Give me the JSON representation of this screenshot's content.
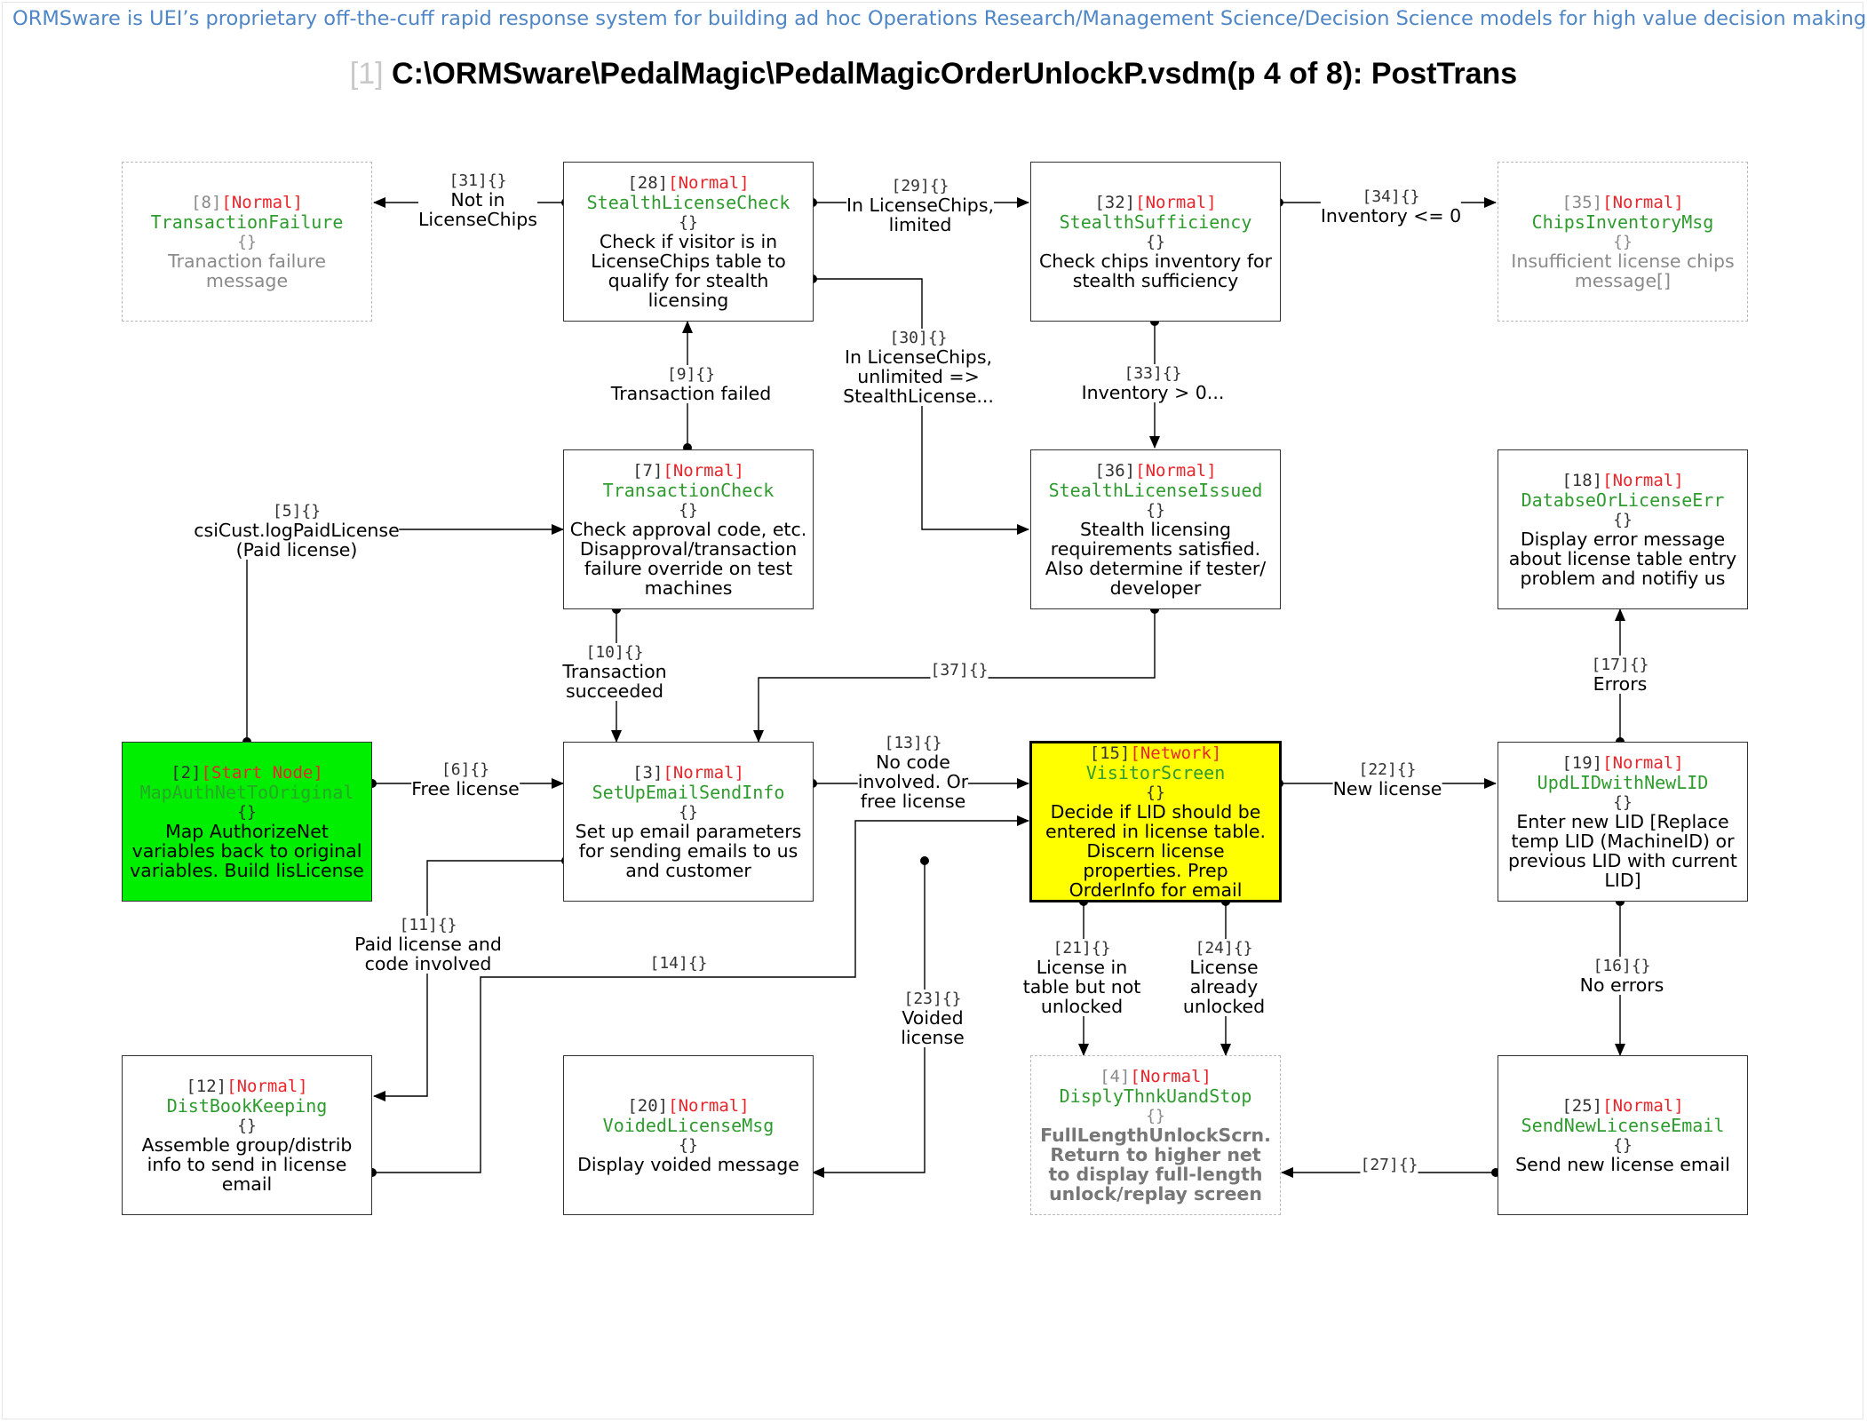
{
  "banner": "ORMSware is UEI’s proprietary off-the-cuff rapid response system for building ad hoc Operations Research/Management Science/Decision Science models for high value decision making",
  "title": {
    "index": "[1]",
    "path": "C:\\ORMSware\\PedalMagic\\PedalMagicOrderUnlockP.vsdm(p 4 of 8): PostTrans"
  },
  "nodes": {
    "n8": {
      "id": "[8]",
      "type": "[Normal]",
      "name": "TransactionFailure",
      "braces": "{}",
      "desc": "Tranaction failure message"
    },
    "n28": {
      "id": "[28]",
      "type": "[Normal]",
      "name": "StealthLicenseCheck",
      "braces": "{}",
      "desc": "Check if visitor is in LicenseChips table to qualify for stealth licensing"
    },
    "n32": {
      "id": "[32]",
      "type": "[Normal]",
      "name": "StealthSufficiency",
      "braces": "{}",
      "desc": "Check chips inventory for stealth sufficiency"
    },
    "n35": {
      "id": "[35]",
      "type": "[Normal]",
      "name": "ChipsInventoryMsg",
      "braces": "{}",
      "desc": "Insufficient license chips message[]"
    },
    "n7": {
      "id": "[7]",
      "type": "[Normal]",
      "name": "TransactionCheck",
      "braces": "{}",
      "desc": "Check approval code, etc. Disapproval/transaction failure override on test machines"
    },
    "n36": {
      "id": "[36]",
      "type": "[Normal]",
      "name": "StealthLicenseIssued",
      "braces": "{}",
      "desc": "Stealth licensing requirements satisfied. Also determine if tester/ developer"
    },
    "n18": {
      "id": "[18]",
      "type": "[Normal]",
      "name": "DatabseOrLicenseErr",
      "braces": "{}",
      "desc": "Display error message about license table entry problem and notifiy us"
    },
    "n2": {
      "id": "[2]",
      "type": "[Start Node]",
      "name": "MapAuthNetToOriginal",
      "braces": "{}",
      "desc": "Map AuthorizeNet variables back to original variables. Build lisLicense"
    },
    "n3": {
      "id": "[3]",
      "type": "[Normal]",
      "name": "SetUpEmailSendInfo",
      "braces": "{}",
      "desc": "Set up email parameters for sending emails to us and customer"
    },
    "n15": {
      "id": "[15]",
      "type": "[Network]",
      "name": "VisitorScreen",
      "braces": "{}",
      "desc": "Decide if LID should be entered in license table. Discern license properties. Prep OrderInfo for email"
    },
    "n19": {
      "id": "[19]",
      "type": "[Normal]",
      "name": "UpdLIDwithNewLID",
      "braces": "{}",
      "desc": "Enter new LID [Replace temp LID (MachineID) or previous LID with current LID]"
    },
    "n12": {
      "id": "[12]",
      "type": "[Normal]",
      "name": "DistBookKeeping",
      "braces": "{}",
      "desc": "Assemble group/distrib info to send in license email"
    },
    "n20": {
      "id": "[20]",
      "type": "[Normal]",
      "name": "VoidedLicenseMsg",
      "braces": "{}",
      "desc": "Display voided message"
    },
    "n4": {
      "id": "[4]",
      "type": "[Normal]",
      "name": "DisplyThnkUandStop",
      "braces": "{}",
      "desc": "FullLengthUnlockScrn. Return to higher net to display full-length unlock/replay screen"
    },
    "n25": {
      "id": "[25]",
      "type": "[Normal]",
      "name": "SendNewLicenseEmail",
      "braces": "{}",
      "desc": "Send new license email"
    }
  },
  "edges": {
    "e31": {
      "id": "[31]{}",
      "text": "Not in\nLicenseChips"
    },
    "e29": {
      "id": "[29]{}",
      "text": "In LicenseChips,\nlimited"
    },
    "e34": {
      "id": "[34]{}",
      "text": "Inventory <= 0"
    },
    "e30": {
      "id": "[30]{}",
      "text": "In LicenseChips,\nunlimited =>\nStealthLicense..."
    },
    "e9": {
      "id": "[9]{}",
      "text": "Transaction failed"
    },
    "e33": {
      "id": "[33]{}",
      "text": "Inventory > 0..."
    },
    "e5": {
      "id": "[5]{}",
      "text": "csiCust.logPaidLicense\n(Paid license)"
    },
    "e10": {
      "id": "[10]{}",
      "text": "Transaction\nsucceeded"
    },
    "e37": {
      "id": "[37]{}",
      "text": ""
    },
    "e17": {
      "id": "[17]{}",
      "text": "Errors"
    },
    "e6": {
      "id": "[6]{}",
      "text": "Free license"
    },
    "e13": {
      "id": "[13]{}",
      "text": "No code\ninvolved. Or\nfree license"
    },
    "e22": {
      "id": "[22]{}",
      "text": "New license"
    },
    "e11": {
      "id": "[11]{}",
      "text": "Paid license and\ncode involved"
    },
    "e14": {
      "id": "[14]{}",
      "text": ""
    },
    "e21": {
      "id": "[21]{}",
      "text": "License in\ntable but not\nunlocked"
    },
    "e24": {
      "id": "[24]{}",
      "text": "License\nalready\nunlocked"
    },
    "e16": {
      "id": "[16]{}",
      "text": "No errors"
    },
    "e23": {
      "id": "[23]{}",
      "text": "Voided\nlicense"
    },
    "e27": {
      "id": "[27]{}",
      "text": ""
    }
  }
}
